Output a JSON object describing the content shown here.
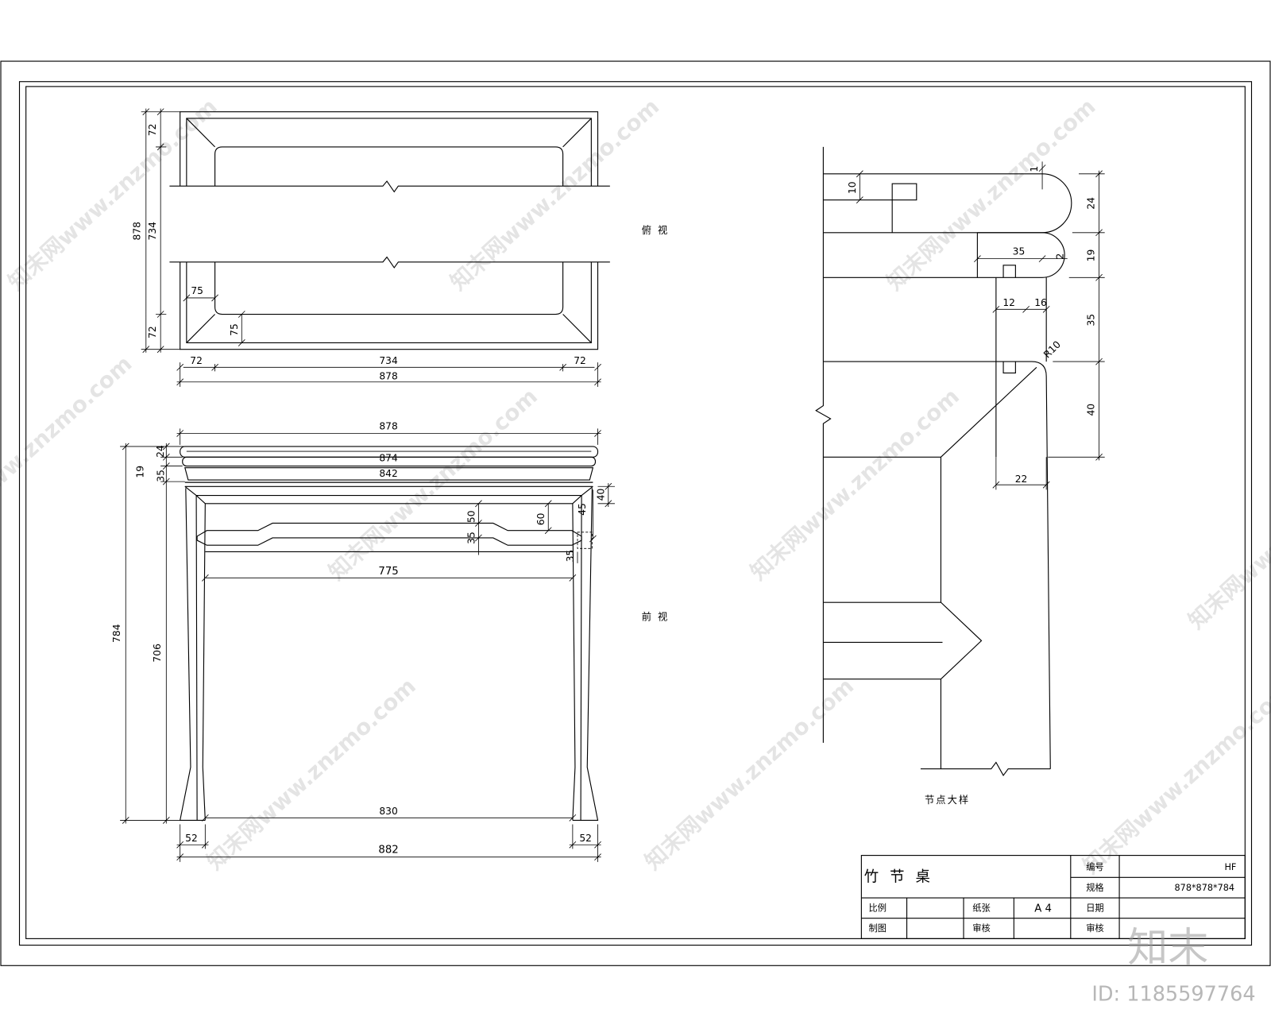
{
  "top_view": {
    "label": "俯 视",
    "dims": {
      "total_v": "878",
      "inner_v": "734",
      "rail_top": "72",
      "rail_bottom": "72",
      "inset_h": "75",
      "inset_v": "75",
      "rail_left": "72",
      "inner_h": "734",
      "rail_right": "72",
      "total_h": "878"
    }
  },
  "front_view": {
    "label": "前 视",
    "dims": {
      "top_width": "878",
      "top_bead": "874",
      "top_band": "842",
      "bead_thick": "24",
      "bead2_thick": "19",
      "band_thick": "35",
      "total_height": "784",
      "leg_height": "706",
      "rail_depth": "40",
      "rail_inset": "45",
      "apron_depth": "60",
      "apron_upper": "50",
      "apron_lower": "35",
      "stretcher": "35",
      "apron_span": "775",
      "leg_span": "830",
      "foot_left": "52",
      "foot_right": "52",
      "base_width": "882"
    }
  },
  "detail_view": {
    "label": "节点大样",
    "dims": {
      "gap": "1",
      "tongue": "10",
      "top_thick": "24",
      "bead_thick": "19",
      "bead_width": "35",
      "notch": "2",
      "band_thick": "35",
      "leg_inner": "12",
      "leg_outer": "16",
      "fillet": "R10",
      "rail_thick": "40",
      "leg_width": "22"
    }
  },
  "title_block": {
    "title": "竹 节 桌",
    "number_label": "编号",
    "number_value": "HF",
    "spec_label": "规格",
    "spec_value": "878*878*784",
    "scale_label": "比例",
    "paper_label": "纸张",
    "paper_value": "A 4",
    "date_label": "日期",
    "drawn_label": "制图",
    "check_label": "审核",
    "approve_label": "审核"
  },
  "watermark": {
    "site": "知末网www.znzmo.com",
    "logo": "知末",
    "id": "ID: 1185597764"
  }
}
